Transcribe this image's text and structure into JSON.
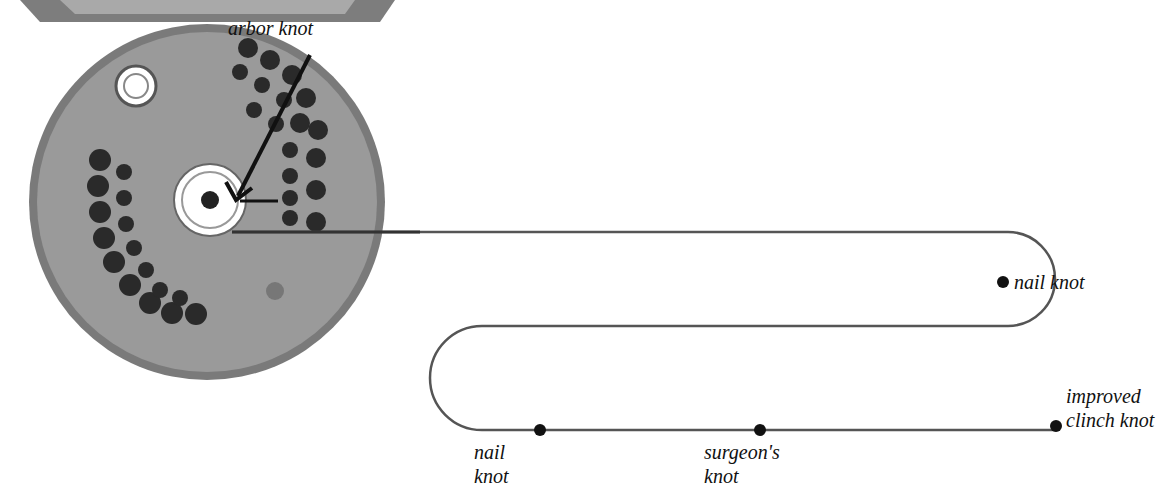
{
  "diagram": {
    "labels": [
      "arbor knot",
      "nail knot",
      "nail knot",
      "surgeon's knot",
      "improved clinch knot"
    ]
  }
}
